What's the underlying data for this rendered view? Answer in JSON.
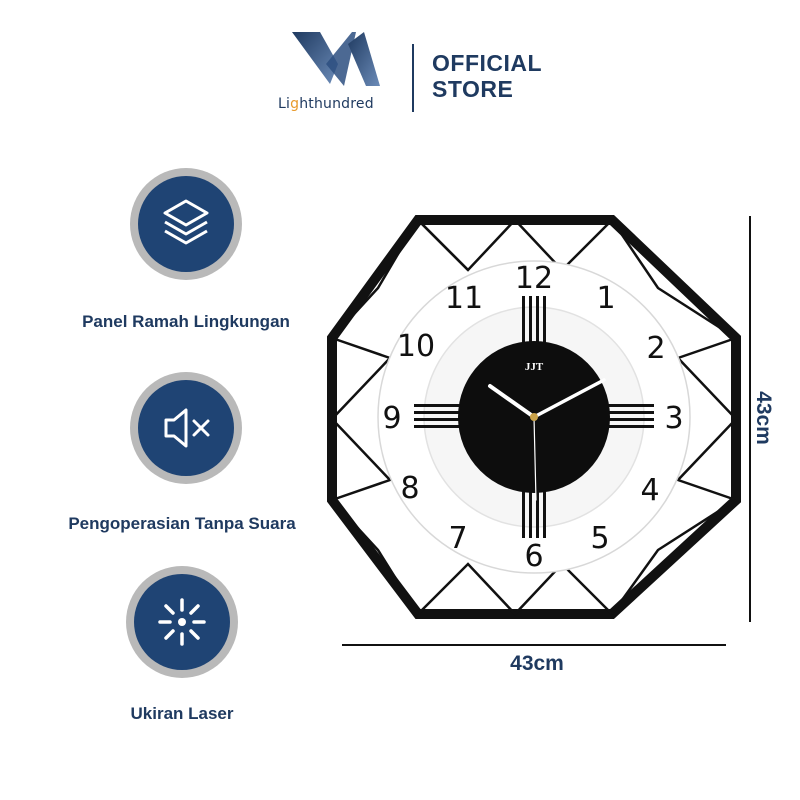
{
  "header": {
    "brand_name_prefix": "Li",
    "brand_name_accent": "g",
    "brand_name_suffix": "hthundred",
    "store_line1": "OFFICIAL",
    "store_line2": "STORE"
  },
  "features": [
    {
      "label": "Panel Ramah Lingkungan",
      "icon": "layers-icon"
    },
    {
      "label": "Pengoperasian Tanpa Suara",
      "icon": "mute-speaker-icon"
    },
    {
      "label": "Ukiran Laser",
      "icon": "laser-burst-icon"
    }
  ],
  "clock": {
    "brand": "JJT",
    "numerals": [
      "12",
      "1",
      "2",
      "3",
      "4",
      "5",
      "6",
      "7",
      "8",
      "9",
      "10",
      "11"
    ]
  },
  "dimensions": {
    "width": "43cm",
    "height": "43cm"
  },
  "colors": {
    "brand_navy": "#1f3a60",
    "badge_fill": "#1f4474",
    "badge_ring": "#b9b9b9",
    "accent_orange": "#e89a2b"
  }
}
